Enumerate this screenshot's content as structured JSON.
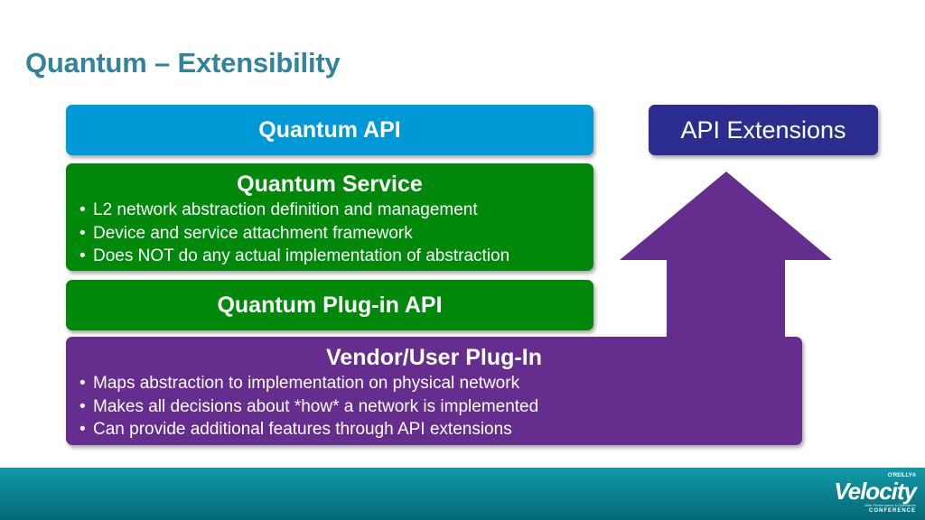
{
  "title": "Quantum – Extensibility",
  "api_box": {
    "label": "Quantum API",
    "color": "#0099d8"
  },
  "service_box": {
    "label": "Quantum Service",
    "color": "#00880a",
    "bullets": [
      "L2 network abstraction definition and management",
      "Device and service attachment framework",
      "Does NOT do any actual implementation of abstraction"
    ]
  },
  "plugin_api_box": {
    "label": "Quantum Plug-in API",
    "color": "#00880a"
  },
  "vendor_box": {
    "label": "Vendor/User Plug-In",
    "color": "#652d8e",
    "bullets": [
      "Maps abstraction to implementation on physical network",
      "Makes all decisions about *how* a network is implemented",
      "Can provide additional features through API extensions"
    ]
  },
  "extensions_box": {
    "label": "API Extensions",
    "color": "#2d2d8f"
  },
  "arrow": {
    "direction": "up",
    "color": "#652d8e",
    "icon": "up-arrow"
  },
  "footer": {
    "color": "#0a7e8c",
    "logo": {
      "small_text": "O'REILLY®",
      "brand": "Velocity",
      "tagline": "Web Performance & Operations",
      "sub": "CONFERENCE"
    }
  }
}
